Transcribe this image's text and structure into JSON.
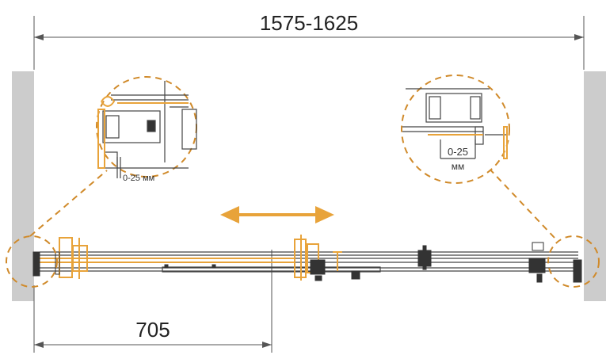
{
  "dimensions": {
    "total_width": "1575-1625",
    "door_width": "705"
  },
  "left_detail": {
    "gap_label": "0-25 мм"
  },
  "right_detail": {
    "gap_value": "0-25",
    "gap_unit": "мм"
  },
  "colors": {
    "accent": "#e8a33a",
    "line": "#333333",
    "wall": "#cccccc",
    "dim_line": "#555555"
  }
}
